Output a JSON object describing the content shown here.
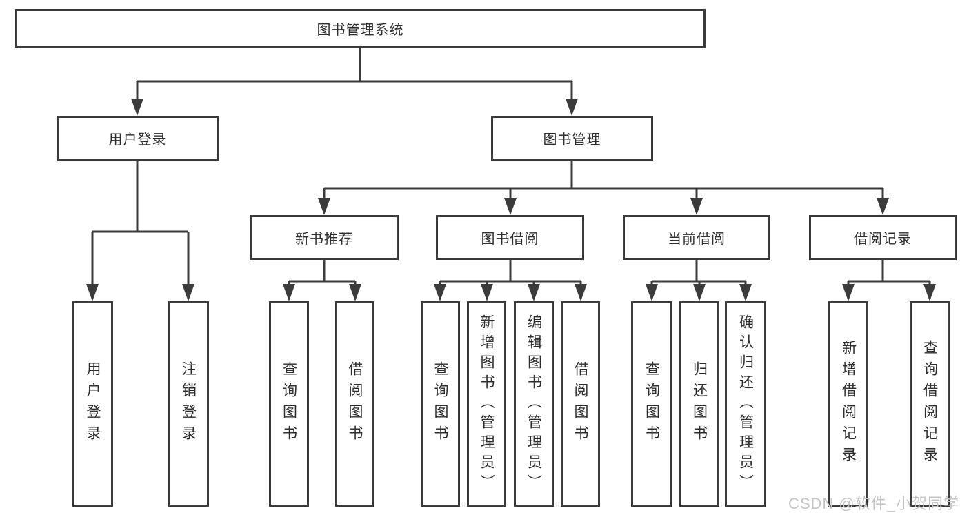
{
  "diagram": {
    "type": "tree",
    "root": {
      "label": "图书管理系统",
      "children": [
        {
          "label": "用户登录",
          "children": [
            {
              "label": "用户登录"
            },
            {
              "label": "注销登录"
            }
          ]
        },
        {
          "label": "图书管理",
          "children": [
            {
              "label": "新书推荐",
              "children": [
                {
                  "label": "查询图书"
                },
                {
                  "label": "借阅图书"
                }
              ]
            },
            {
              "label": "图书借阅",
              "children": [
                {
                  "label": "查询图书"
                },
                {
                  "label": "新增图书（管理员）"
                },
                {
                  "label": "编辑图书（管理员）"
                },
                {
                  "label": "借阅图书"
                }
              ]
            },
            {
              "label": "当前借阅",
              "children": [
                {
                  "label": "查询图书"
                },
                {
                  "label": "归还图书"
                },
                {
                  "label": "确认归还（管理员）"
                }
              ]
            },
            {
              "label": "借阅记录",
              "children": [
                {
                  "label": "新增借阅记录"
                },
                {
                  "label": "查询借阅记录"
                }
              ]
            }
          ]
        }
      ]
    },
    "colors": {
      "line": "#3b3b3b",
      "box_border": "#3b3b3b",
      "box_fill": "#ffffff",
      "text": "#2e2e2e",
      "watermark": "#c4c4c4"
    }
  },
  "watermark": {
    "text": "CSDN @软件_小贺同学"
  }
}
